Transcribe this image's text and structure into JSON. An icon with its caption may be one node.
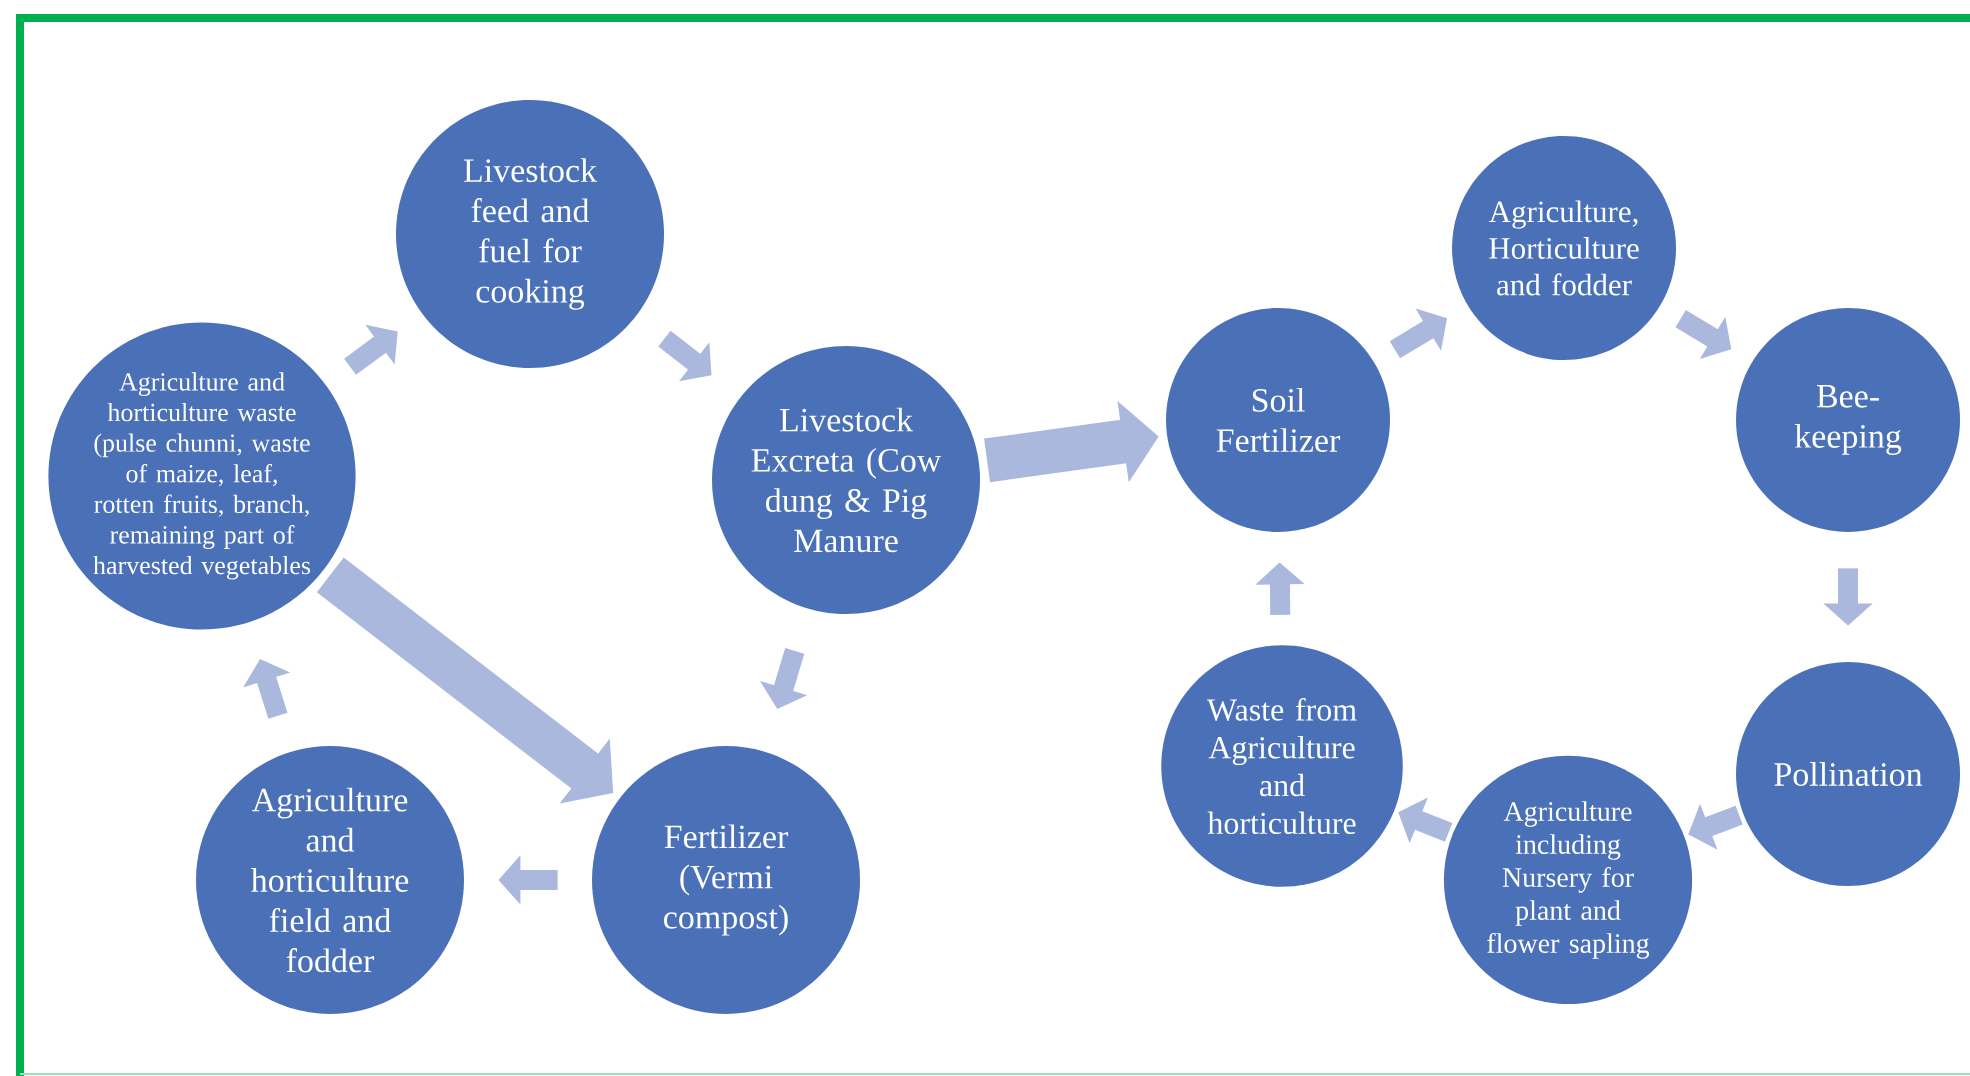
{
  "diagram": {
    "nodes": [
      {
        "text": [
          "Livestock feed and fuel for cooking"
        ]
      },
      {
        "text": [
          "Livestock Excreta (Cow dung & Pig Manure"
        ]
      },
      {
        "text": [
          "Fertilizer (Vermi compost)"
        ]
      },
      {
        "text": [
          "Agriculture and horticulture field and fodder"
        ]
      },
      {
        "text": [
          "Agriculture and horticulture waste (pulse chunni, waste of maize, leaf, rotten fruits, branch, remaining part of harvested vegetables"
        ]
      },
      {
        "text": [
          "Soil Fertilizer"
        ]
      },
      {
        "text": [
          "Agriculture, Horticulture and fodder"
        ]
      },
      {
        "text": [
          "Bee-keeping"
        ]
      },
      {
        "text": [
          "Pollination"
        ]
      },
      {
        "text": [
          "Agriculture including Nursery for plant and flower sapling"
        ]
      },
      {
        "text": [
          "Waste from Agriculture and horticulture"
        ]
      }
    ],
    "edges": [
      {
        "from": 4,
        "to": 0,
        "arrow": "to"
      },
      {
        "from": 0,
        "to": 1,
        "arrow": "to"
      },
      {
        "from": 1,
        "to": 2,
        "arrow": "to"
      },
      {
        "from": 2,
        "to": 3,
        "arrow": "to"
      },
      {
        "from": 3,
        "to": 4,
        "arrow": "to"
      },
      {
        "from": 4,
        "to": 2,
        "arrow": "to",
        "style": "thick"
      },
      {
        "from": 1,
        "to": 5,
        "arrow": "to",
        "style": "thick"
      },
      {
        "from": 5,
        "to": 6,
        "arrow": "to"
      },
      {
        "from": 6,
        "to": 7,
        "arrow": "to"
      },
      {
        "from": 7,
        "to": 8,
        "arrow": "to"
      },
      {
        "from": 8,
        "to": 9,
        "arrow": "to"
      },
      {
        "from": 9,
        "to": 10,
        "arrow": "to"
      },
      {
        "from": 10,
        "to": 5,
        "arrow": "to"
      }
    ]
  }
}
